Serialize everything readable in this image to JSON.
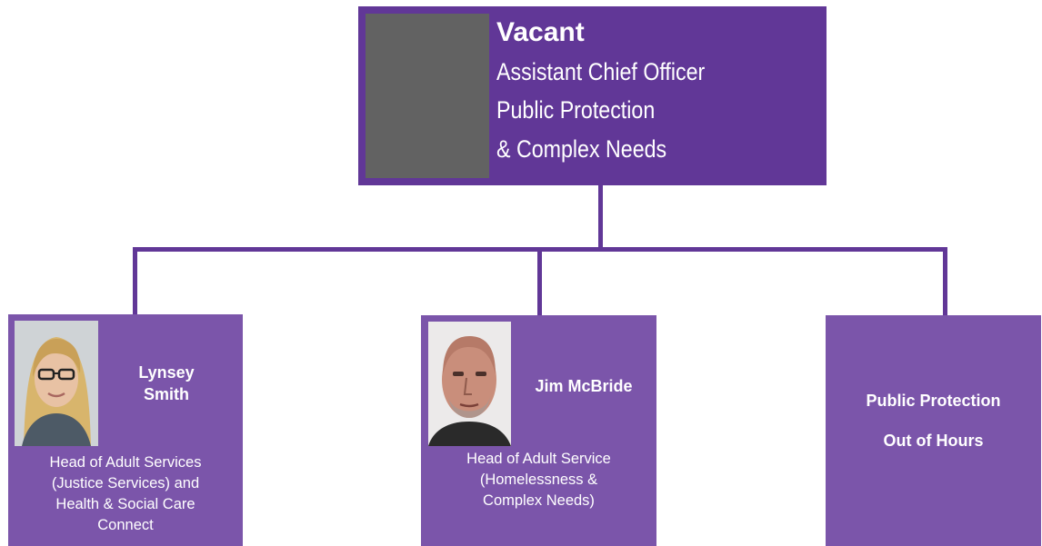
{
  "top": {
    "name": "Vacant",
    "lines": [
      "Assistant Chief Officer",
      "Public Protection",
      "& Complex Needs"
    ]
  },
  "cards": [
    {
      "name_line1": "Lynsey",
      "name_line2": "Smith",
      "role_lines": [
        "Head of Adult Services",
        "(Justice Services) and",
        "Health & Social Care",
        "Connect"
      ]
    },
    {
      "name": "Jim McBride",
      "role_lines": [
        "Head of Adult Service",
        "(Homelessness &",
        "Complex Needs)"
      ]
    },
    {
      "title_lines": [
        "Public Protection",
        "Out of Hours"
      ]
    }
  ],
  "colors": {
    "top_box": "#613797",
    "card": "#7b55aa",
    "connector": "#613797",
    "placeholder": "#626262"
  }
}
